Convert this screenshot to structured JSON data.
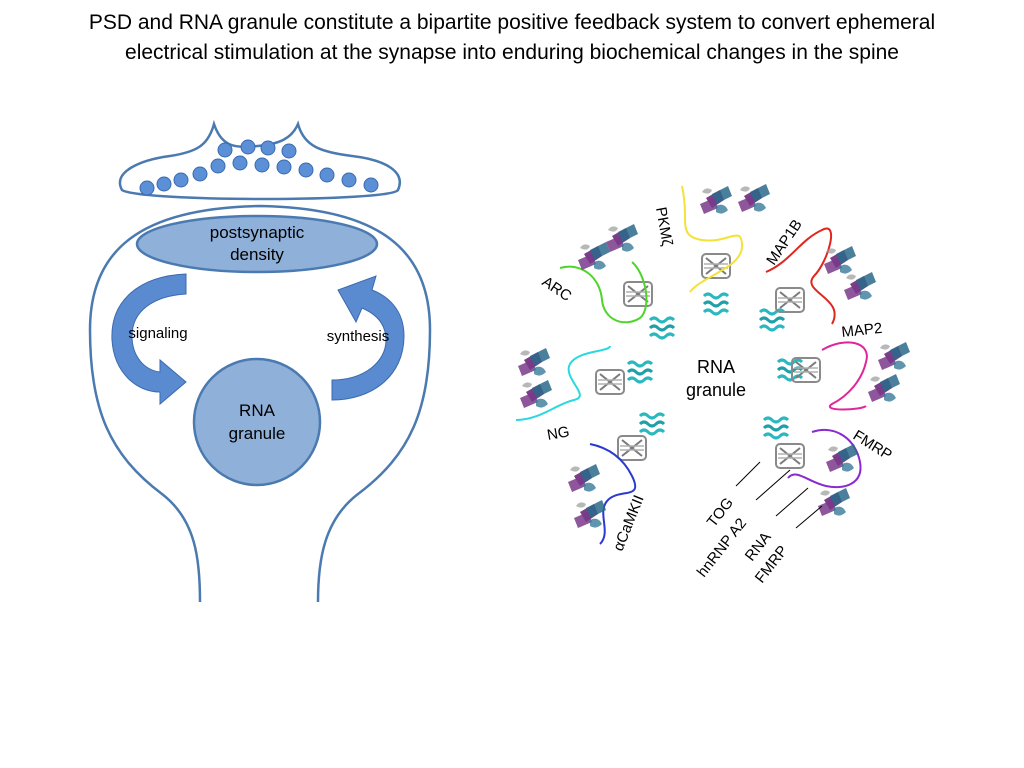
{
  "title": {
    "line1": "PSD and RNA granule constitute a bipartite positive feedback system to convert ephemeral",
    "line2": "electrical stimulation at the synapse into enduring biochemical changes in the spine"
  },
  "spine_diagram": {
    "psd_label_line1": "postsynaptic",
    "psd_label_line2": "density",
    "left_arrow_label": "signaling",
    "right_arrow_label": "synthesis",
    "granule_label_line1": "RNA",
    "granule_label_line2": "granule"
  },
  "granule_diagram": {
    "center_label_line1": "RNA",
    "center_label_line2": "granule",
    "protein_labels": [
      "PKMζ",
      "MAP1B",
      "ARC",
      "MAP2",
      "NG",
      "FMRP",
      "αCaMKII"
    ],
    "legend_labels": [
      "TOG",
      "hnRNP A2",
      "RNA",
      "FMRP"
    ]
  },
  "colors": {
    "membrane": "#4a7ab0",
    "vesicle": "#5b8fd6",
    "psd_fill": "#8fb0d8",
    "arrow": "#5a8ad0",
    "granule_fill": "#8fb0d8",
    "pkmz": "#f2e23a",
    "map1b": "#e0261e",
    "arc": "#4fd42a",
    "map2": "#e0269a",
    "ng": "#2ad8e0",
    "fmrp": "#8a2ad0",
    "camkii": "#2a3ad0",
    "helix": "#2ab8c0",
    "tog": "#8a8a8a",
    "protein_purple": "#6a2a7a",
    "protein_teal": "#2a6a8a"
  }
}
